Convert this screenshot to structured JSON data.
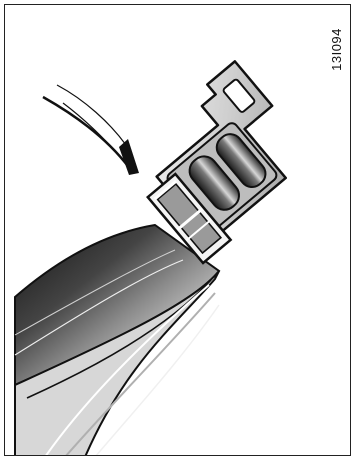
{
  "figure": {
    "code": "13I094",
    "content": "seat-belt-buckle-latch-plate",
    "pointer": "arrow-to-tongue-edge"
  }
}
